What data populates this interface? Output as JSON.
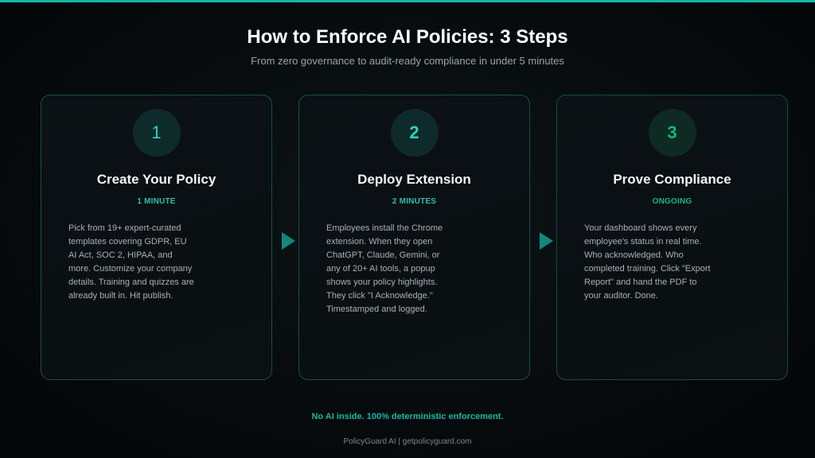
{
  "header": {
    "title": "How to Enforce AI Policies: 3 Steps",
    "subtitle": "From zero governance to audit-ready compliance in under 5 minutes"
  },
  "steps": [
    {
      "number": "1",
      "title": "Create Your Policy",
      "time": "1 MINUTE",
      "description": "Pick from 19+ expert-curated templates covering GDPR, EU AI Act, SOC 2, HIPAA, and more. Customize your company details. Training and quizzes are already built in. Hit publish."
    },
    {
      "number": "2",
      "title": "Deploy Extension",
      "time": "2 MINUTES",
      "description": "Employees install the Chrome extension. When they open ChatGPT, Claude, Gemini, or any of 20+ AI tools, a popup shows your policy highlights. They click \"I Acknowledge.\" Timestamped and logged."
    },
    {
      "number": "3",
      "title": "Prove Compliance",
      "time": "ONGOING",
      "description": "Your dashboard shows every employee's status in real time. Who acknowledged. Who completed training. Click \"Export Report\" and hand the PDF to your auditor. Done."
    }
  ],
  "arrows": [
    "arrow-right-icon",
    "arrow-right-icon"
  ],
  "tagline": "No AI inside. 100% deterministic enforcement.",
  "footer": "PolicyGuard AI | getpolicyguard.com",
  "colors": {
    "accent": "#14b8a6",
    "accent_green": "#10b981",
    "background": "#070b0d",
    "card_border": "#1a4d4a"
  }
}
